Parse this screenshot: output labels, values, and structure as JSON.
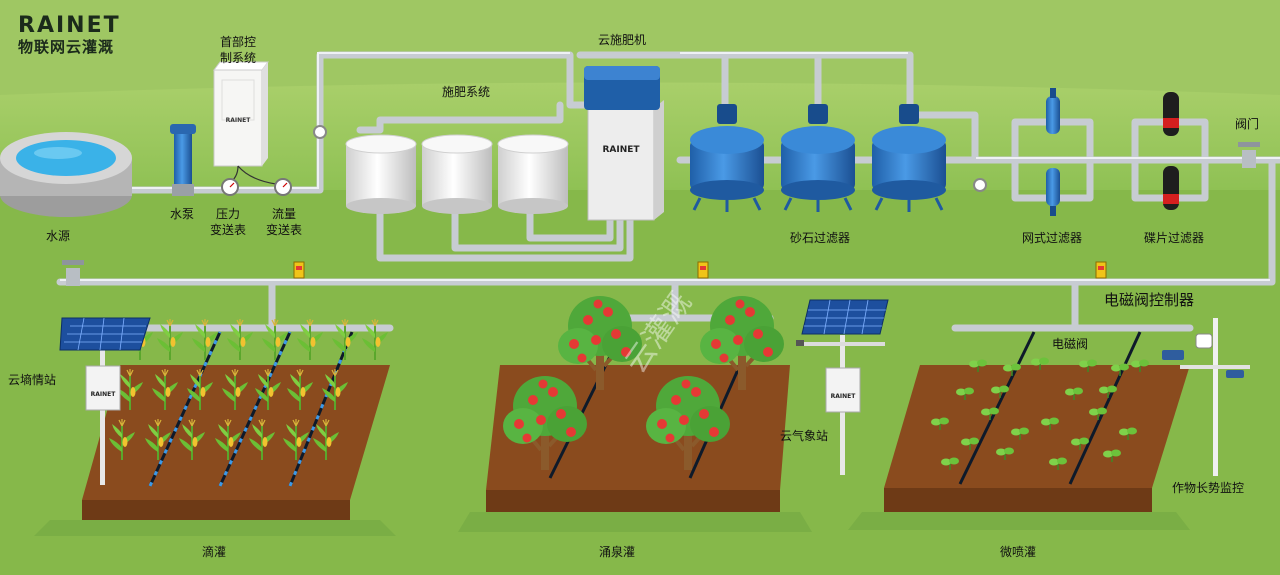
{
  "brand": {
    "logo_text": "RAINET",
    "subtitle": "物联网云灌溉"
  },
  "labels": {
    "water_source": "水源",
    "pump": "水泵",
    "control_system": "首部控\n制系统",
    "pressure_transmitter": "压力\n变送表",
    "flow_transmitter": "流量\n变送表",
    "fertilizer_system": "施肥系统",
    "cloud_fertilizer": "云施肥机",
    "sand_filter": "砂石过滤器",
    "screen_filter": "网式过滤器",
    "disc_filter": "碟片过滤器",
    "valve": "阀门",
    "solenoid_controller": "电磁阀控制器",
    "soil_station": "云墒情站",
    "weather_station": "云气象站",
    "solenoid_valve": "电磁阀",
    "crop_monitor": "作物长势监控",
    "drip": "滴灌",
    "bubbler": "涌泉灌",
    "micro_spray": "微喷灌",
    "watermark": "云灌溉",
    "device_logo": "RAINET"
  },
  "colors": {
    "background": "#86b84a",
    "band": "#a7cc68",
    "soil": "#8a4b1e",
    "soil_top": "#a4602c",
    "pipe": "#d9dde2",
    "filter_blue": "#2f79c8",
    "water": "#3ab2e8",
    "tank": "#f1f1f1",
    "fruit": "#e53935",
    "disc_black": "#1e1e1e",
    "disc_red": "#d51f1f"
  }
}
